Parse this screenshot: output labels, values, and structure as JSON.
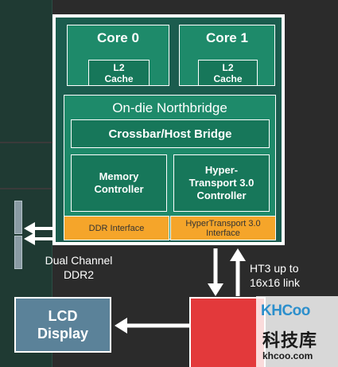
{
  "cores": [
    {
      "title": "Core 0",
      "cache_line1": "L2",
      "cache_line2": "Cache"
    },
    {
      "title": "Core 1",
      "cache_line1": "L2",
      "cache_line2": "Cache"
    }
  ],
  "northbridge": {
    "title": "On-die Northbridge",
    "crossbar": "Crossbar/Host Bridge",
    "memory_controller_line1": "Memory",
    "memory_controller_line2": "Controller",
    "ht_controller_line1": "Hyper-",
    "ht_controller_line2": "Transport 3.0",
    "ht_controller_line3": "Controller",
    "ddr_interface": "DDR Interface",
    "ht_interface_line1": "HyperTransport 3.0",
    "ht_interface_line2": "Interface"
  },
  "memory_label_line1": "Dual Channel",
  "memory_label_line2": "DDR2",
  "ht_label_line1": "HT3 up to",
  "ht_label_line2": "16x16 link",
  "lcd_line1": "LCD",
  "lcd_line2": "Display",
  "watermark": {
    "logo": "KHCoo",
    "chinese": "科技库",
    "url": "khcoo.com"
  },
  "colors": {
    "cpu_dark": "#1b5c4e",
    "block_green": "#1e8a6a",
    "interface_orange": "#f5a52a",
    "lcd_blue": "#5b8299",
    "chipset_red": "#e3393b"
  }
}
